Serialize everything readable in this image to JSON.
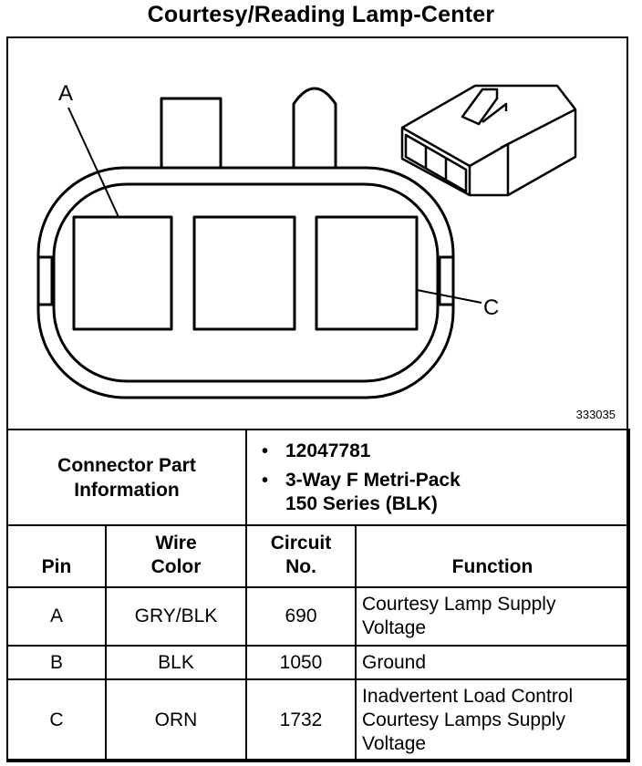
{
  "title": "Courtesy/Reading Lamp-Center",
  "diagram": {
    "figure_id": "333035",
    "callouts": {
      "a": "A",
      "c": "C"
    }
  },
  "connector_info": {
    "label": "Connector Part Information",
    "label_line1": "Connector Part",
    "label_line2": "Information",
    "items": [
      "12047781",
      "3-Way F Metri-Pack 150 Series (BLK)"
    ],
    "item2_line1": "3-Way F Metri-Pack",
    "item2_line2": "150 Series (BLK)"
  },
  "table": {
    "headers": {
      "pin": "Pin",
      "wire_color_line1": "Wire",
      "wire_color_line2": "Color",
      "circuit_line1": "Circuit",
      "circuit_line2": "No.",
      "function": "Function"
    },
    "rows": [
      {
        "pin": "A",
        "wire_color": "GRY/BLK",
        "circuit": "690",
        "function_lines": [
          "Courtesy Lamp Supply",
          "Voltage"
        ]
      },
      {
        "pin": "B",
        "wire_color": "BLK",
        "circuit": "1050",
        "function_lines": [
          "Ground"
        ]
      },
      {
        "pin": "C",
        "wire_color": "ORN",
        "circuit": "1732",
        "function_lines": [
          "Inadvertent Load Control",
          "Courtesy Lamps Supply",
          "Voltage"
        ]
      }
    ]
  }
}
